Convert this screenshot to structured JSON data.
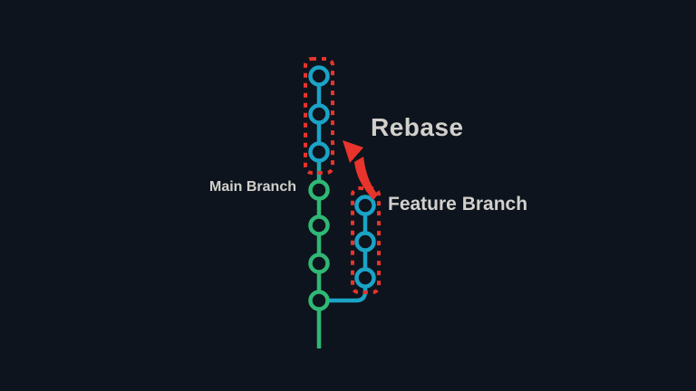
{
  "labels": {
    "rebase": "Rebase",
    "main_branch": "Main Branch",
    "feature_branch": "Feature Branch"
  },
  "colors": {
    "bg": "#0d141d",
    "green": "#2fb875",
    "blue": "#1ba3c6",
    "red": "#e8342c",
    "label": "#d2d0cc"
  },
  "diagram": {
    "main_branch_commit_count": 4,
    "feature_branch_commit_count": 3,
    "rebased_commit_count": 3
  }
}
